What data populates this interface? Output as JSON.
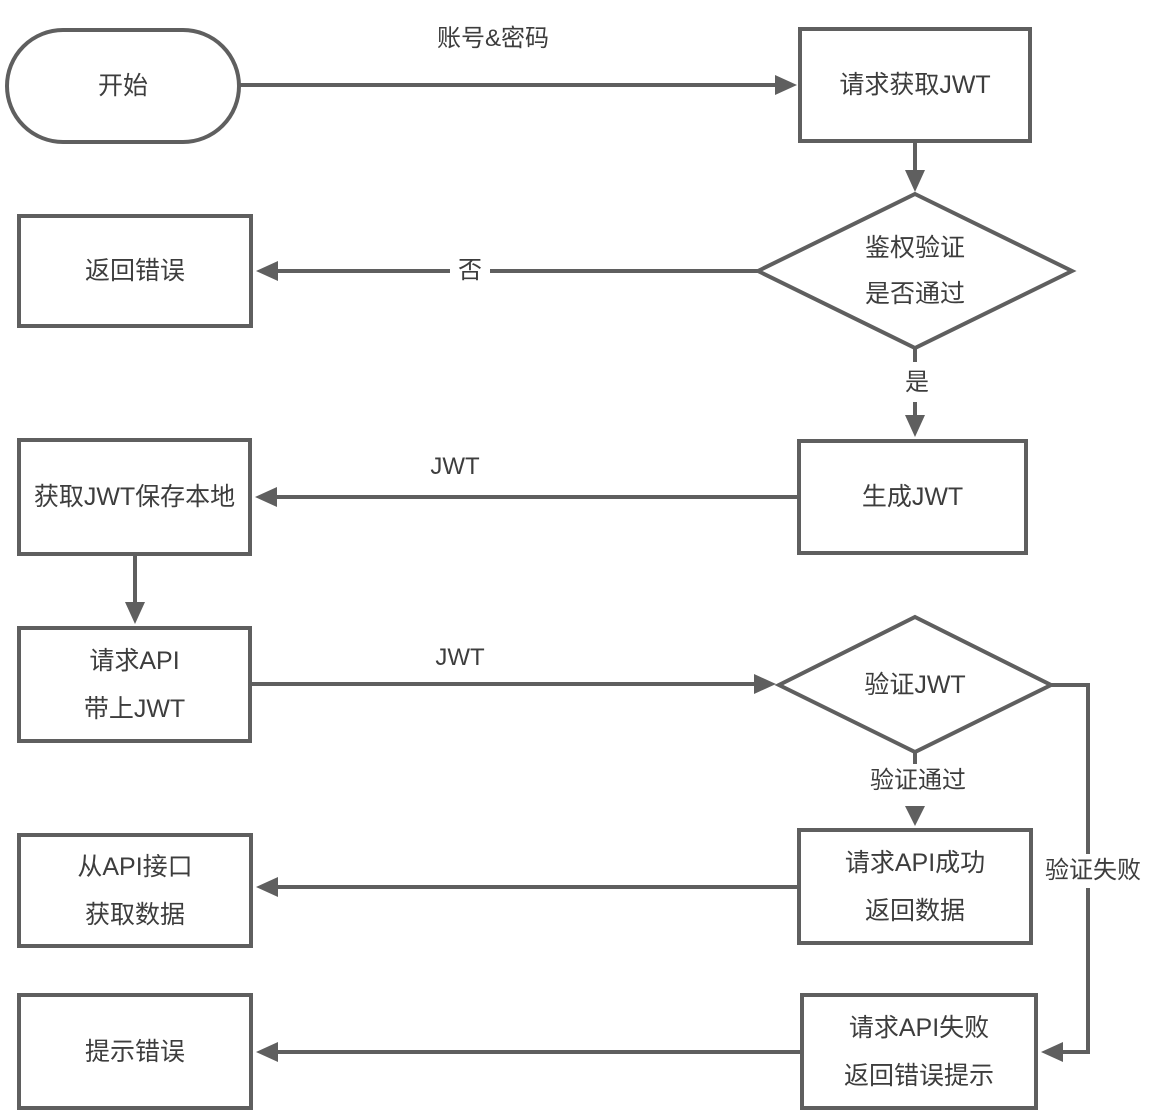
{
  "nodes": {
    "start": {
      "label": "开始"
    },
    "request_jwt": {
      "label": "请求获取JWT"
    },
    "auth_check": {
      "line1": "鉴权验证",
      "line2": "是否通过"
    },
    "return_error": {
      "label": "返回错误"
    },
    "generate_jwt": {
      "label": "生成JWT"
    },
    "save_jwt": {
      "label": "获取JWT保存本地"
    },
    "request_api": {
      "line1": "请求API",
      "line2": "带上JWT"
    },
    "verify_jwt": {
      "label": "验证JWT"
    },
    "api_success": {
      "line1": "请求API成功",
      "line2": "返回数据"
    },
    "api_data": {
      "line1": "从API接口",
      "line2": "获取数据"
    },
    "api_fail": {
      "line1": "请求API失败",
      "line2": "返回错误提示"
    },
    "error_tip": {
      "label": "提示错误"
    }
  },
  "edge_labels": {
    "credentials": "账号&密码",
    "no": "否",
    "yes": "是",
    "jwt_to_local": "JWT",
    "jwt_to_verify": "JWT",
    "verify_pass": "验证通过",
    "verify_fail": "验证失败"
  },
  "colors": {
    "stroke": "#5f5f5f",
    "text": "#3d3d3d",
    "background": "#ffffff"
  }
}
